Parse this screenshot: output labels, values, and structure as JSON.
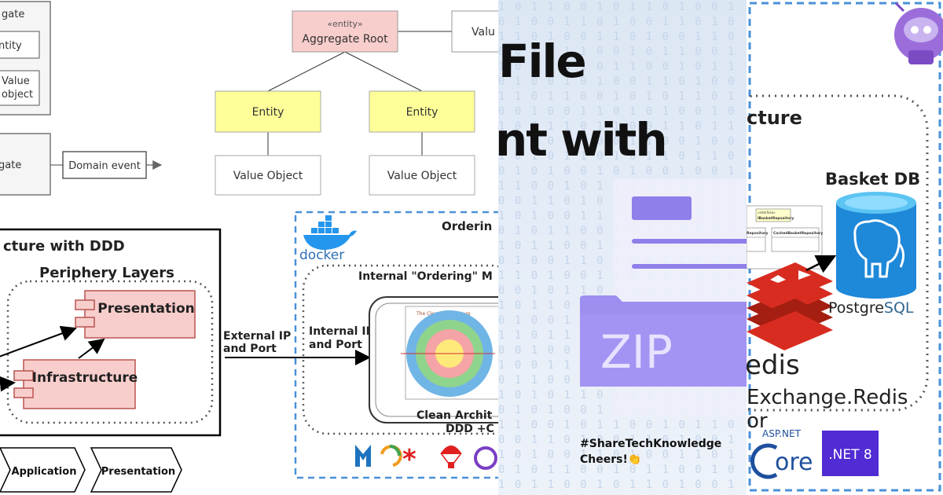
{
  "left": {
    "agg_top_label": "gate",
    "entity_small": "ntity",
    "value_object_small_1": "Value",
    "value_object_small_2": "object",
    "aggregate_label": "gate",
    "domain_event": "Domain event",
    "stereotype": "«entity»",
    "aggregate_root": "Aggregate Root",
    "value_cut": "Valu",
    "entity_a": "Entity",
    "entity_b": "Entity",
    "value_object_a": "Value Object",
    "value_object_b": "Value Object",
    "ddd_title": "cture with DDD",
    "periphery": "Periphery Layers",
    "presentation": "Presentation",
    "infrastructure": "Infrastructure",
    "external_ip_1": "External IP",
    "external_ip_2": "and Port",
    "docker": "docker",
    "ordering_cut": "Orderin",
    "internal_ordering": "Internal \"Ordering\" M",
    "internal_ip_1": "Internal IP",
    "internal_ip_2": "and Port",
    "clean_arch_1": "Clean Archit",
    "clean_arch_2": "DDD +C",
    "clean_arch_img_title": "The Clean Architecture",
    "chevron_application": "Application",
    "chevron_presentation": "Presentation"
  },
  "middle": {
    "title_line1": "File",
    "title_line2": "nt with",
    "zip": "ZIP",
    "hashtag": "#ShareTechKnowledge",
    "cheers": "Cheers!👏"
  },
  "right": {
    "title_cut": "cture",
    "basket_db": "Basket DB",
    "uml_interface": "«interface»",
    "uml_ibasket": "IBasketRepository",
    "uml_repository": "Repository",
    "uml_cached": "CachedBasketRepository",
    "postgresql_1": "Postgre",
    "postgresql_2": "SQL",
    "redis": "edis",
    "exchange": "Exchange.Redis",
    "or": "or",
    "aspnet": "ASP.NET",
    "core": "ore",
    "net8": ".NET 8"
  },
  "colors": {
    "entity_pink": "#f8cecc",
    "entity_yellow": "#ffff99",
    "ddd_red": "#f8cecc",
    "zip_purple": "#9d8ef0",
    "dotnet_purple": "#512bd4",
    "postgres_blue": "#336791"
  }
}
